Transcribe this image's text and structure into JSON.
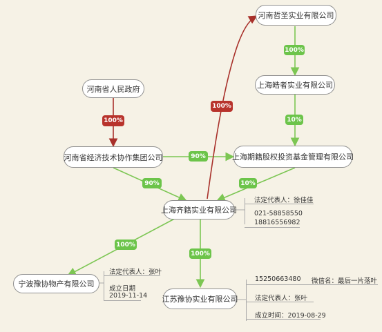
{
  "nodes": {
    "zhesheng": "河南哲圣实业有限公司",
    "haozhe": "上海皓者实业有限公司",
    "henan_gov": "河南省人民政府",
    "henan_jijie": "河南省经济技术协作集团公司",
    "qiji_fund": "上海期籍股权投资基金管理有限公司",
    "qiji_shiye": "上海齐籍实业有限公司",
    "ningbo": "宁波豫协物产有限公司",
    "jiangsu": "江苏豫协实业有限公司"
  },
  "edges": {
    "zhesheng_haozhe": "100%",
    "haozhe_fund": "10%",
    "gov_jijie": "100%",
    "jijie_fund": "90%",
    "jijie_qiji": "90%",
    "fund_qiji": "10%",
    "qiji_zhesheng": "100%",
    "qiji_ningbo": "100%",
    "qiji_jiangsu": "100%"
  },
  "notes": {
    "qiji": {
      "rep": "法定代表人：徐佳佳",
      "phone1": "021-58858550",
      "phone2": "18816556982"
    },
    "ningbo": {
      "rep": "法定代表人：张叶",
      "date_label": "成立日期",
      "date": "2019-11-14"
    },
    "jiangsu": {
      "phone": "15250663480",
      "wechat": "微信名：最后一片落叶",
      "rep": "法定代表人：张叶",
      "established": "成立时间：2019-08-29"
    }
  },
  "colors": {
    "background": "#f6f2e6",
    "green_edge": "#7cc653",
    "red_edge": "#a8302a",
    "green_badge": "#6cc44a",
    "red_badge": "#b8332c"
  }
}
